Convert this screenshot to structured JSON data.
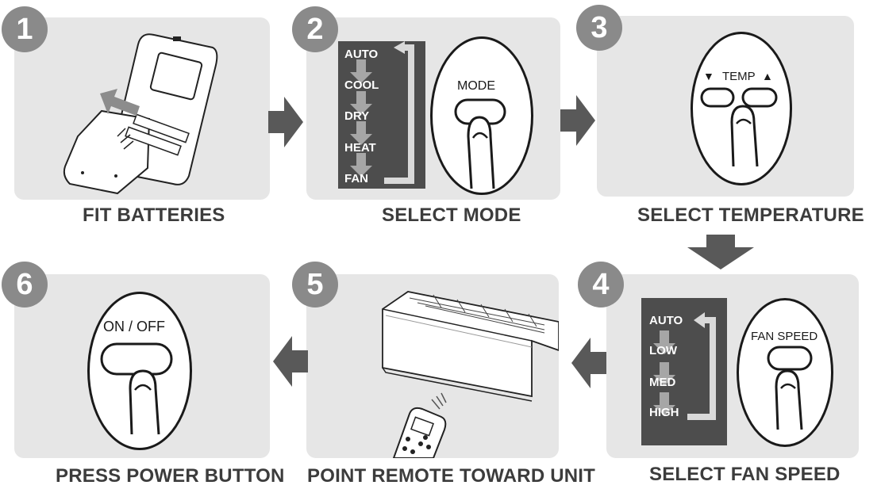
{
  "steps": [
    {
      "number": "1",
      "caption": "FIT BATTERIES"
    },
    {
      "number": "2",
      "caption": "SELECT MODE"
    },
    {
      "number": "3",
      "caption": "SELECT TEMPERATURE"
    },
    {
      "number": "4",
      "caption": "SELECT FAN SPEED"
    },
    {
      "number": "5",
      "caption": "POINT REMOTE TOWARD UNIT"
    },
    {
      "number": "6",
      "caption": "PRESS POWER BUTTON"
    }
  ],
  "mode_panel": {
    "items": [
      "AUTO",
      "COOL",
      "DRY",
      "HEAT",
      "FAN"
    ],
    "button_label": "MODE"
  },
  "temp_panel": {
    "down_symbol": "▼",
    "label": "TEMP",
    "up_symbol": "▲"
  },
  "fan_panel": {
    "items": [
      "AUTO",
      "LOW",
      "MED",
      "HIGH"
    ],
    "button_label": "FAN SPEED"
  },
  "power_panel": {
    "button_label": "ON / OFF"
  },
  "colors": {
    "panel_bg": "#e6e6e6",
    "badge": "#8a8a8a",
    "arrow": "#595959",
    "mode_box": "#4d4d4d",
    "caption": "#3c3c3c"
  },
  "icons": {
    "flow_arrow": "thick-arrow",
    "finger": "pointing-finger-icon"
  }
}
